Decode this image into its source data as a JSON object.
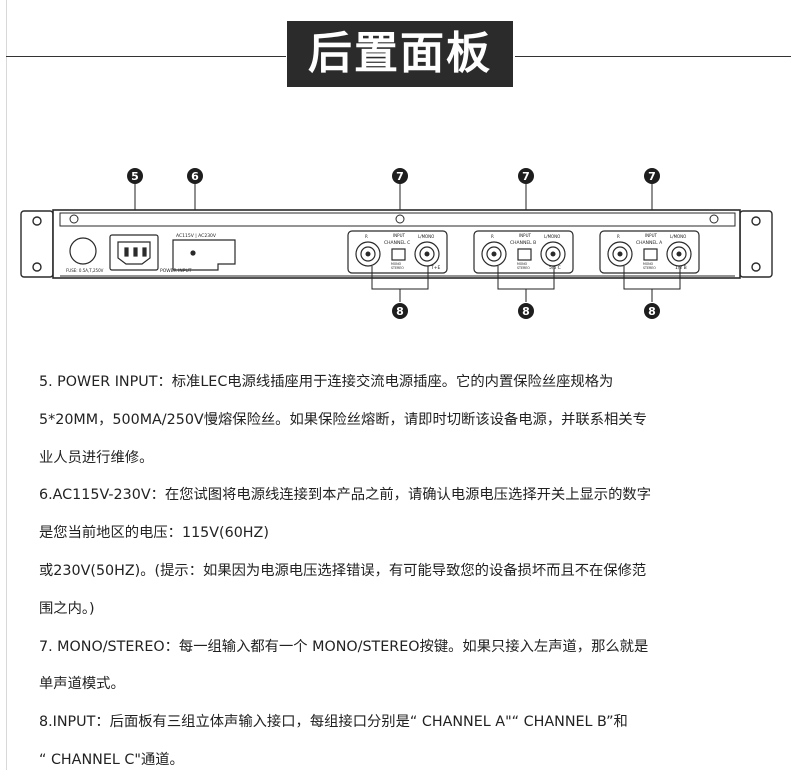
{
  "title": "后置面板",
  "callouts": [
    "5",
    "6",
    "7",
    "7",
    "7",
    "8",
    "8",
    "8"
  ],
  "panel": {
    "voltage_label": "AC115V | AC230V",
    "power_input_label": "POWER INPUT",
    "fuse_label": "FUSE: 0.5A,T,250V",
    "channels": [
      {
        "name": "CHANNEL C",
        "input": "INPUT",
        "lr": "L/MONO",
        "r": "R",
        "mode": "MONO",
        "stereo": "STEREO",
        "port_label": "T+E"
      },
      {
        "name": "CHANNEL B",
        "input": "INPUT",
        "lr": "L/MONO",
        "r": "R",
        "mode": "MONO",
        "stereo": "STEREO",
        "port_label": "5/6 C"
      },
      {
        "name": "CHANNEL A",
        "input": "INPUT",
        "lr": "L/MONO",
        "r": "R",
        "mode": "MONO",
        "stereo": "STEREO",
        "port_label": "1/2 B"
      }
    ]
  },
  "description_lines": [
    "5. POWER INPUT：标准LEC电源线插座用于连接交流电源插座。它的内置保险丝座规格为",
    "5*20MM，500MA/250V慢熔保险丝。如果保险丝熔断，请即时切断该设备电源，并联系相关专",
    "业人员进行维修。",
    "6.AC115V-230V：在您试图将电源线连接到本产品之前，请确认电源电压选择开关上显示的数字",
    "是您当前地区的电压：115V(60HZ)",
    "或230V(50HZ)。(提示：如果因为电源电压选择错误，有可能导致您的设备损坏而且不在保修范",
    "围之内。)",
    "7. MONO/STEREO：每一组输入都有一个 MONO/STEREO按键。如果只接入左声道，那么就是",
    "单声道模式。",
    "8.INPUT：后面板有三组立体声输入接口，每组接口分别是“ CHANNEL A\"“ CHANNEL B”和",
    "“ CHANNEL C\"通道。"
  ],
  "colors": {
    "title_bg": "#2b2b2b",
    "callout_bg": "#1e1e1e",
    "panel_stroke": "#2a2a2a"
  }
}
